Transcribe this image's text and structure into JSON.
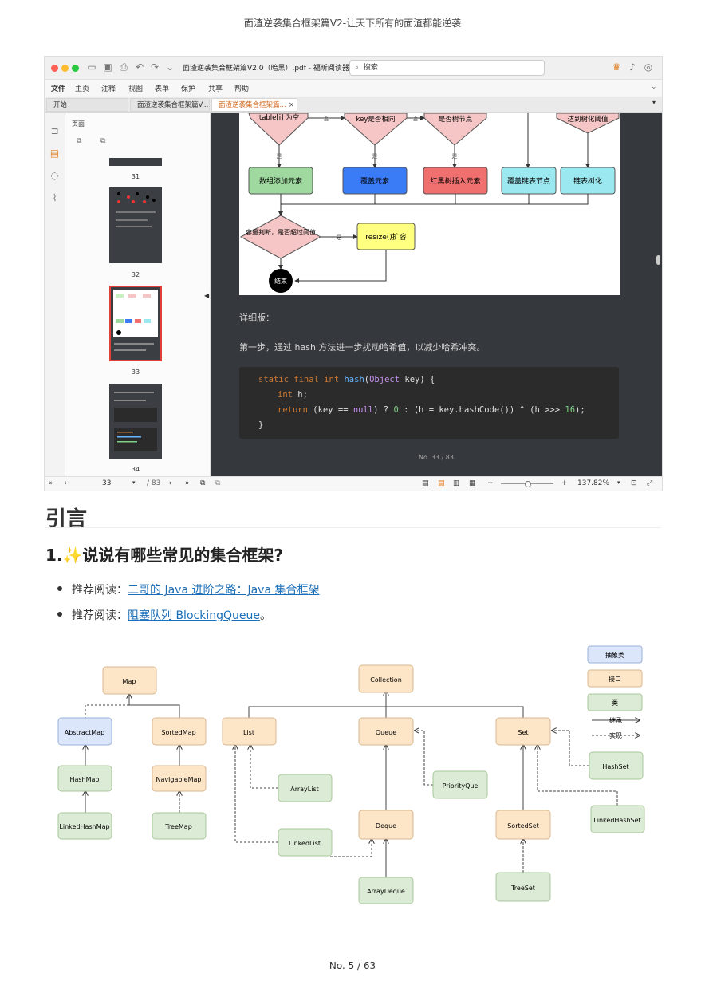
{
  "doc": {
    "header": "面渣逆袭集合框架篇V2-让天下所有的面渣都能逆袭",
    "footer": "No. 5 / 63"
  },
  "app": {
    "window_title": "面渣逆袭集合框架篇V2.0（暗黑）.pdf - 福昕阅读器",
    "search_placeholder": "搜索",
    "menus": [
      "文件",
      "主页",
      "注释",
      "视图",
      "表单",
      "保护",
      "共享",
      "帮助"
    ],
    "tabs": [
      "开始",
      "面渣逆袭集合框架篇V...",
      "面渣逆袭集合框架篇..."
    ],
    "panel_title": "页面",
    "thumb_pages": [
      "31",
      "32",
      "33",
      "34"
    ],
    "flow": {
      "n1": "table[i] 为空",
      "no": "否",
      "yes": "是",
      "n2": "key是否相同",
      "n3": "是否树节点",
      "n4": "达到树化阈值",
      "b1": "数组添加元素",
      "b2": "覆盖元素",
      "b3": "红黑树插入元素",
      "b4": "覆盖链表节点",
      "b5": "链表树化",
      "d1": "容量判断，是否超过阈值",
      "resize": "resize()扩容",
      "end": "结束"
    },
    "detail_label": "详细版：",
    "step1": "第一步，通过 hash 方法进一步扰动哈希值，以减少哈希冲突。",
    "code": {
      "l1_kw": "static final int",
      "l1_fn": "hash",
      "l1_cls": "Object",
      "l1_rest": " key) {",
      "l2_kw": "int",
      "l2_rest": " h;",
      "l3_kw": "return",
      "l3_a": " (key == ",
      "l3_null": "null",
      "l3_b": ") ? ",
      "l3_zero": "0",
      "l3_c": " : (h = key.hashCode()) ^ (h >>> ",
      "l3_16": "16",
      "l3_d": ");",
      "l4": "}"
    },
    "viewer_page": "No. 33 / 83",
    "status": {
      "page_current": "33",
      "page_total": "/ 83",
      "zoom": "137.82%"
    }
  },
  "article": {
    "h1": "引言",
    "h2_num": "1.",
    "h2_title": "说说有哪些常见的集合框架?",
    "bullets": [
      {
        "prefix": "推荐阅读：",
        "link": "二哥的 Java 进阶之路：Java 集合框架",
        "suffix": ""
      },
      {
        "prefix": "推荐阅读：",
        "link": "阻塞队列 BlockingQueue",
        "suffix": "。"
      }
    ]
  },
  "diagram": {
    "nodes": {
      "map": "Map",
      "abstractmap": "AbstractMap",
      "sortedmap": "SortedMap",
      "hashmap": "HashMap",
      "navigablemap": "NavigableMap",
      "linkedhashmap": "LinkedHashMap",
      "treemap": "TreeMap",
      "collection": "Collection",
      "list": "List",
      "queue": "Queue",
      "set": "Set",
      "arraylist": "ArrayList",
      "priorityque": "PriorityQue",
      "linkedlist": "LinkedList",
      "deque": "Deque",
      "arraydeque": "ArrayDeque",
      "hashset": "HashSet",
      "linkedhashset": "LinkedHashSet",
      "sortedset": "SortedSet",
      "treeset": "TreeSet"
    },
    "legend": {
      "abstract": "抽象类",
      "interface": "接口",
      "class": "类",
      "extends": "继承",
      "implements": "实现"
    },
    "colors": {
      "interface": "#fde6c8",
      "class": "#dcebd5",
      "abstract": "#dbe6fb"
    }
  }
}
